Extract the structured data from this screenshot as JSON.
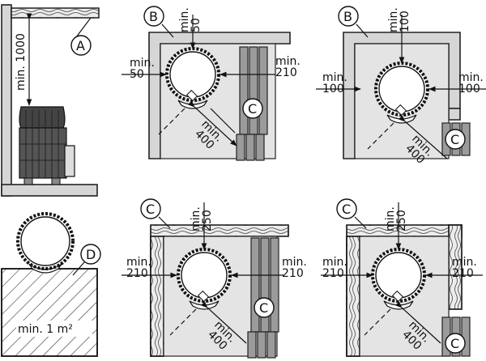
{
  "labels": {
    "A": "A",
    "B": "B",
    "C": "C",
    "D": "D"
  },
  "side_view": {
    "height_label": "min. 1000"
  },
  "panel_b1": {
    "top_label": "min.\n50",
    "left_label_1": "min.",
    "left_label_2": "50",
    "right_label_1": "min.",
    "right_label_2": "210",
    "front_label_1": "min.",
    "front_label_2": "400"
  },
  "panel_b2": {
    "top_label": "min.\n100",
    "left_label_1": "min.",
    "left_label_2": "100",
    "right_label_1": "min.",
    "right_label_2": "100",
    "front_label_1": "min.",
    "front_label_2": "400"
  },
  "panel_c1": {
    "top_label": "min.\n250",
    "left_label_1": "min.",
    "left_label_2": "210",
    "right_label_1": "min.",
    "right_label_2": "210",
    "front_label_1": "min.",
    "front_label_2": "400"
  },
  "panel_c2": {
    "top_label": "min.\n250",
    "left_label_1": "min.",
    "left_label_2": "210",
    "right_label_1": "min.",
    "right_label_2": "210",
    "front_label_1": "min.",
    "front_label_2": "400"
  },
  "panel_d": {
    "area_label": "min. 1 m²"
  }
}
